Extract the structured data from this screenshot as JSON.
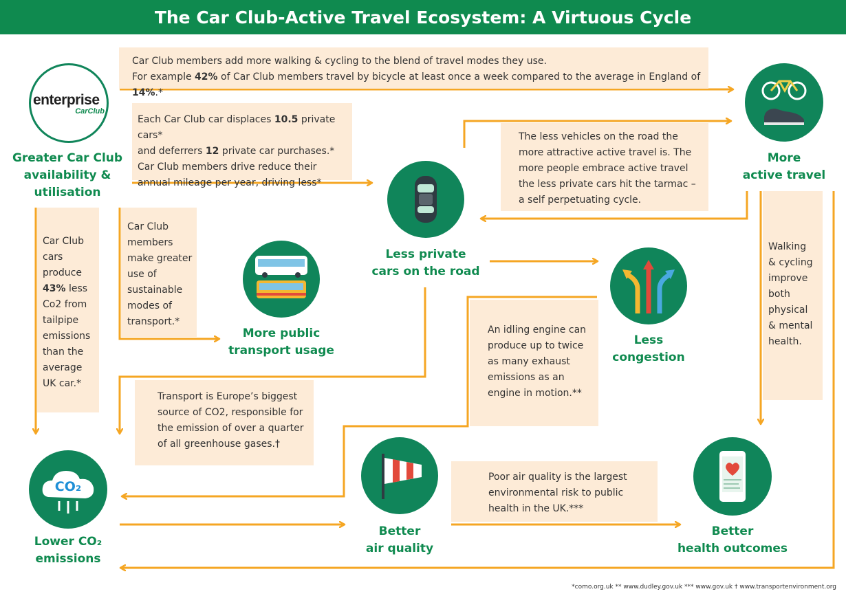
{
  "title": "The Car Club-Active Travel Ecosystem: A Virtuous Cycle",
  "logo": {
    "main": "enterprise",
    "sub": "CarClub"
  },
  "nodes": {
    "car_club": {
      "label_1": "Greater Car Club",
      "label_2": "availability &",
      "label_3": "utilisation",
      "icon": "enterprise-carclub-logo"
    },
    "active_travel": {
      "label_1": "More",
      "label_2": "active travel",
      "icon": "bicycle-and-shoe-icon"
    },
    "less_cars": {
      "label_1": "Less private",
      "label_2": "cars on the road",
      "icon": "car-top-view-icon"
    },
    "public_transport": {
      "label_1": "More public",
      "label_2": "transport usage",
      "icon": "bus-and-tram-icon"
    },
    "congestion": {
      "label_1": "Less",
      "label_2": "congestion",
      "icon": "diverging-arrows-icon"
    },
    "co2": {
      "label_1": "Lower CO₂",
      "label_2": "emissions",
      "icon": "co2-cloud-icon",
      "icon_text": "CO₂"
    },
    "air_quality": {
      "label_1": "Better",
      "label_2": "air quality",
      "icon": "windsock-icon"
    },
    "health": {
      "label_1": "Better",
      "label_2": "health outcomes",
      "icon": "phone-heart-icon"
    }
  },
  "boxes": {
    "walking_cycling": {
      "line1": "Car Club members add more walking & cycling to the blend of travel modes they use.",
      "line2_a": "For example ",
      "line2_b": "42%",
      "line2_c": " of Car Club members travel by bicycle at least once a week compared to the average in England of ",
      "line2_d": "14%",
      "line2_e": ".*"
    },
    "displaces": {
      "a": "Each Car Club car displaces ",
      "b": "10.5",
      "c": " private cars*",
      "d": "and deferrers ",
      "e": "12",
      "f": " private car purchases.*",
      "g": "Car Club members drive reduce their",
      "h": "annual mileage per year, driving less*"
    },
    "fewer_vehicles": [
      "The less vehicles on the road the",
      "more attractive active travel is. The",
      "more people embrace active travel",
      "the less private cars hit the tarmac –",
      "a self perpetuating cycle."
    ],
    "sustainable": [
      "Car Club",
      "members",
      "make greater",
      "use of",
      "sustainable",
      "modes of",
      "transport.*"
    ],
    "tailpipe": {
      "l1": "Car Club",
      "l2": "cars",
      "l3": "produce",
      "l4_b": "43%",
      "l4": " less",
      "l5": "Co2 from",
      "l6": "tailpipe",
      "l7": "emissions",
      "l8": "than the",
      "l9": "average",
      "l10": "UK car.*"
    },
    "transport_europe": [
      "Transport is Europe’s biggest",
      "source of CO2, responsible for",
      "the emission of over a quarter",
      "of all greenhouse gases.†"
    ],
    "idling": [
      "An idling engine can",
      "produce up to twice",
      "as many exhaust",
      "emissions as an",
      "engine in motion.**"
    ],
    "walking_health": [
      "Walking",
      "& cycling",
      "improve",
      "both",
      "physical",
      "& mental",
      "health."
    ],
    "air_risk": [
      "Poor air quality is the largest",
      "environmental risk to public",
      "health in the UK.***"
    ]
  },
  "footnote": "*como.org.uk ** www.dudley.gov.uk *** www.gov.uk † www.transportenvironment.org",
  "colors": {
    "green": "#0f8a4f",
    "orange": "#f5a623",
    "box": "#fdebd7"
  }
}
